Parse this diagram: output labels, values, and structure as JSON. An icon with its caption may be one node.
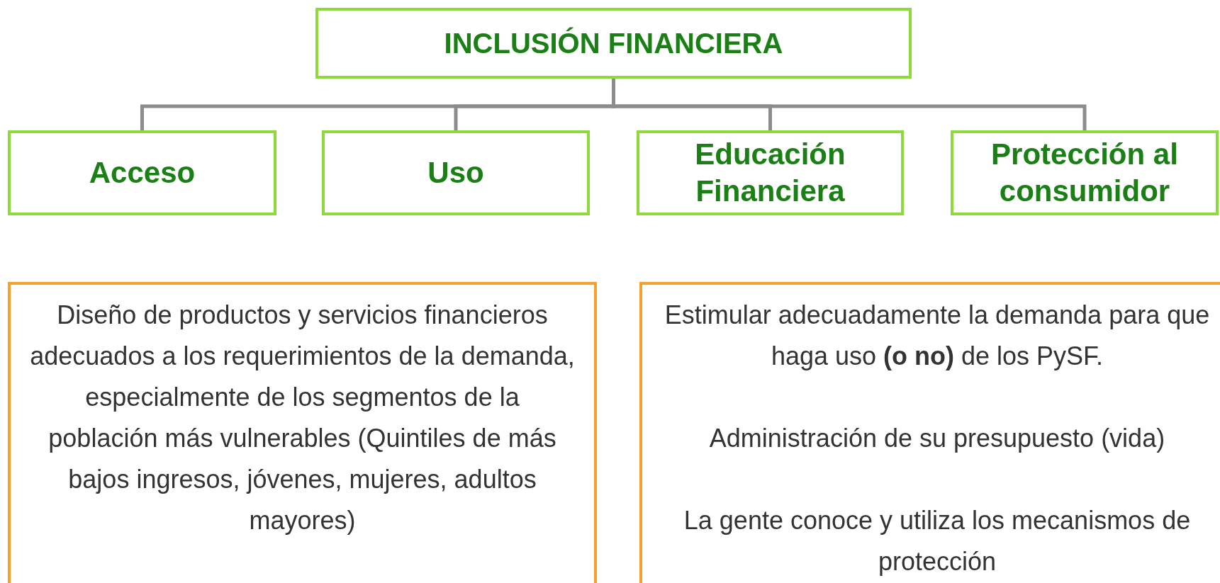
{
  "diagram": {
    "nodes": [
      {
        "text": [
          "INCLUSIÓN FINANCIERA"
        ]
      },
      {
        "text": [
          "Acceso"
        ]
      },
      {
        "text": [
          "Uso"
        ]
      },
      {
        "text": [
          "Educación Financiera"
        ]
      },
      {
        "text": [
          "Protección al consumidor"
        ]
      },
      {
        "text": [
          "Diseño de productos y servicios financieros adecuados a los requerimientos de la demanda, especialmente de los segmentos de la población más vulnerables (Quintiles de más bajos ingresos, jóvenes, mujeres, adultos mayores)"
        ]
      },
      {
        "text": [
          "Estimular adecuadamente la demanda para que haga uso **(o no)** de los PySF.",
          "Administración de su presupuesto (vida)",
          "La gente conoce y utiliza los mecanismos de protección"
        ]
      }
    ],
    "edges": [
      {
        "from": 0,
        "to": 1,
        "arrow": "none"
      },
      {
        "from": 0,
        "to": 2,
        "arrow": "none"
      },
      {
        "from": 0,
        "to": 3,
        "arrow": "none"
      },
      {
        "from": 0,
        "to": 4,
        "arrow": "none"
      }
    ]
  }
}
